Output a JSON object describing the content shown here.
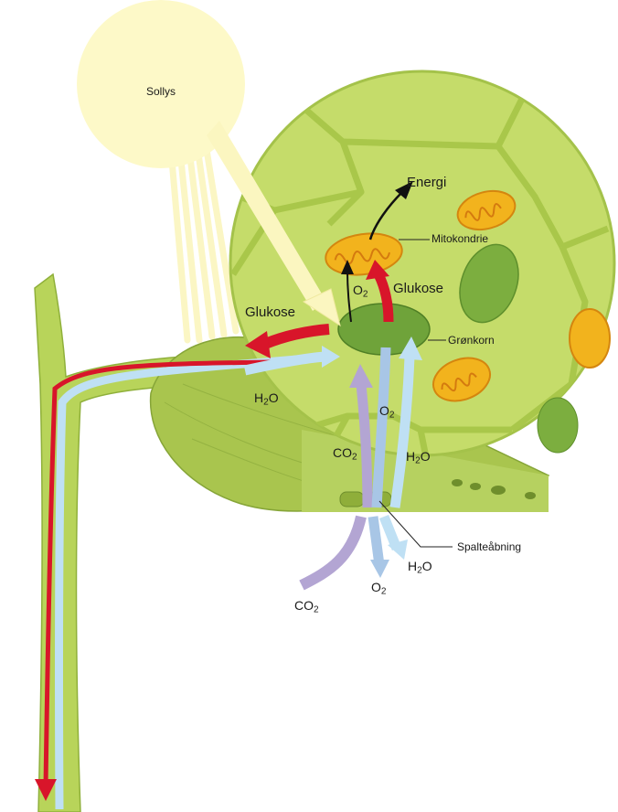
{
  "labels": {
    "sun": "Sollys",
    "energy": "Energi",
    "mitochondrion": "Mitokondrie",
    "glucose_left": "Glukose",
    "glucose_right": "Glukose",
    "chloroplast": "Grønkorn",
    "stoma": "Spalteåbning"
  },
  "formulas": {
    "o2_center": {
      "base": "O",
      "sub": "2"
    },
    "o2_inner": {
      "base": "O",
      "sub": "2"
    },
    "h2o_leaf": {
      "base": "H",
      "sub": "2",
      "rest": "O"
    },
    "co2_inner": {
      "base": "CO",
      "sub": "2"
    },
    "h2o_inner": {
      "base": "H",
      "sub": "2",
      "rest": "O"
    },
    "co2_outer": {
      "base": "CO",
      "sub": "2"
    },
    "o2_outer": {
      "base": "O",
      "sub": "2"
    },
    "h2o_outer": {
      "base": "H",
      "sub": "2",
      "rest": "O"
    }
  },
  "colors": {
    "sun": "#fdf9c8",
    "cell_background": "#c5dc6a",
    "cell_wall": "#a9c74a",
    "chloroplast": "#6fa33a",
    "mitochondrion": "#f2b31d",
    "glucose_arrow": "#d8152a",
    "water_arrow": "#bfe0f4",
    "co2_arrow": "#b3a5d3",
    "o2_arrow": "#8fb6df",
    "energy_arrow": "#111111"
  }
}
